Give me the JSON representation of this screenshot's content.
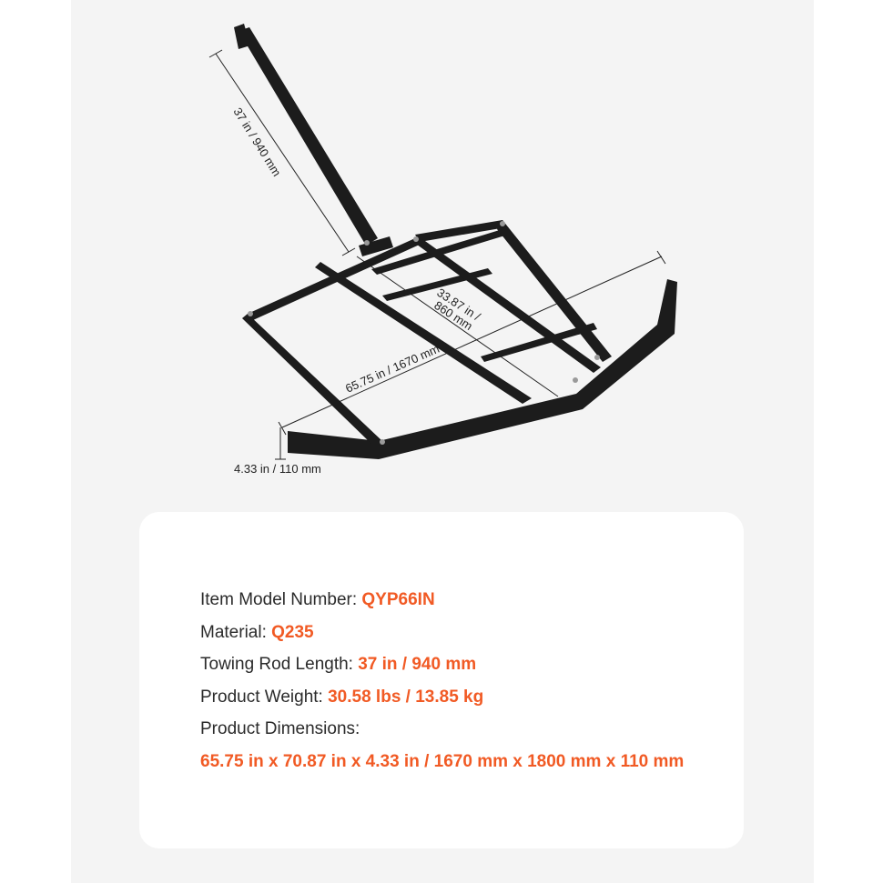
{
  "dimensions": {
    "towing_rod": "37 in / 940 mm",
    "inner_depth": [
      "33.87 in /",
      "860 mm"
    ],
    "width": "65.75 in / 1670 mm",
    "height": "4.33 in / 110 mm"
  },
  "specs": {
    "model": {
      "label": "Item Model Number: ",
      "value": "QYP66IN"
    },
    "material": {
      "label": "Material: ",
      "value": "Q235"
    },
    "rod_length": {
      "label": "Towing Rod Length: ",
      "value": "37 in / 940 mm"
    },
    "weight": {
      "label": "Product Weight: ",
      "value": "30.58 lbs /  13.85 kg"
    },
    "dimensions": {
      "label": "Product Dimensions:",
      "value": "65.75 in x 70.87 in x 4.33 in / 1670 mm x 1800  mm x 110 mm"
    }
  },
  "colors": {
    "accent": "#f15a24",
    "frame": "#1c1c1c",
    "panel": "#f4f4f4"
  }
}
